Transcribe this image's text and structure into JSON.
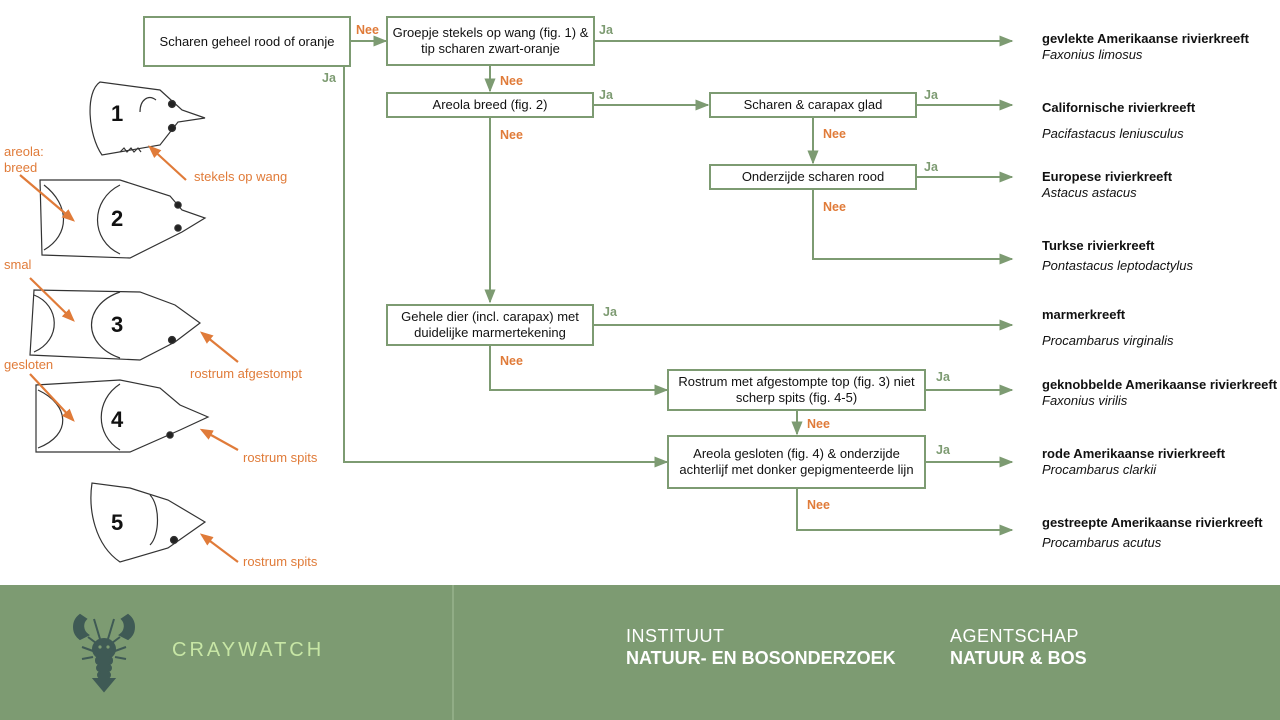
{
  "questions": {
    "q1": "Scharen geheel rood of oranje",
    "q2": "Groepje stekels op wang (fig. 1) & tip scharen zwart-oranje",
    "q3": "Areola breed (fig. 2)",
    "q4": "Scharen & carapax glad",
    "q5": "Onderzijde scharen rood",
    "q6": "Gehele dier (incl. carapax) met duidelijke marmertekening",
    "q7": "Rostrum met afgestompte top (fig. 3) niet scherp spits (fig. 4-5)",
    "q8": "Areola gesloten (fig. 4) & onderzijde achterlijf met donker gepigmenteerde lijn"
  },
  "answers": {
    "yes": "Ja",
    "no": "Nee"
  },
  "species": [
    {
      "name": "gevlekte Amerikaanse rivierkreeft",
      "latin": "Faxonius limosus"
    },
    {
      "name": "Californische rivierkreeft",
      "latin": "Pacifastacus leniusculus"
    },
    {
      "name": "Europese rivierkreeft",
      "latin": "Astacus astacus"
    },
    {
      "name": "Turkse rivierkreeft",
      "latin": "Pontastacus leptodactylus"
    },
    {
      "name": "marmerkreeft",
      "latin": "Procambarus virginalis"
    },
    {
      "name": "geknobbelde Amerikaanse rivierkreeft",
      "latin": "Faxonius virilis"
    },
    {
      "name": "rode Amerikaanse rivierkreeft",
      "latin": "Procambarus clarkii"
    },
    {
      "name": "gestreepte Amerikaanse rivierkreeft",
      "latin": "Procambarus acutus"
    }
  ],
  "figures": {
    "numbers": [
      "1",
      "2",
      "3",
      "4",
      "5"
    ],
    "annotations": {
      "cheek_spines": "stekels op wang",
      "areola_label": "areola:",
      "areola_broad": "breed",
      "narrow": "smal",
      "closed": "gesloten",
      "rostrum_blunt": "rostrum afgestompt",
      "rostrum_sharp": "rostrum spits"
    }
  },
  "footer": {
    "brand": "CRAYWATCH",
    "org1_line1": "INSTITUUT",
    "org1_line2": "NATUUR- EN BOSONDERZOEK",
    "org2_line1": "AGENTSCHAP",
    "org2_line2": "NATUUR & BOS"
  },
  "colors": {
    "green": "#7d9b72",
    "orange": "#e07b39",
    "footer_bg": "#7d9b72",
    "brand_text": "#c7e6a5"
  }
}
